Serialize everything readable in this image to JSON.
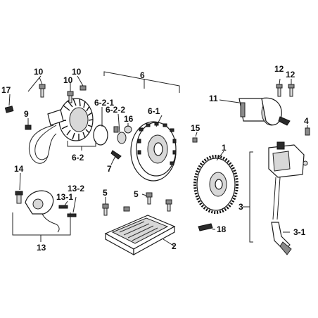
{
  "diagram": {
    "callouts": {
      "p1": "1",
      "p2": "2",
      "p3": "3",
      "p3_1": "3-1",
      "p4": "4",
      "p5a": "5",
      "p5b": "5",
      "p6": "6",
      "p6_1": "6-1",
      "p6_2": "6-2",
      "p6_2_1": "6-2-1",
      "p6_2_2": "6-2-2",
      "p7": "7",
      "p9": "9",
      "p10a": "10",
      "p10b": "10",
      "p10c": "10",
      "p11": "11",
      "p12a": "12",
      "p12b": "12",
      "p13": "13",
      "p13_1": "13-1",
      "p13_2": "13-2",
      "p14": "14",
      "p15": "15",
      "p16": "16",
      "p17": "17",
      "p18": "18"
    }
  }
}
